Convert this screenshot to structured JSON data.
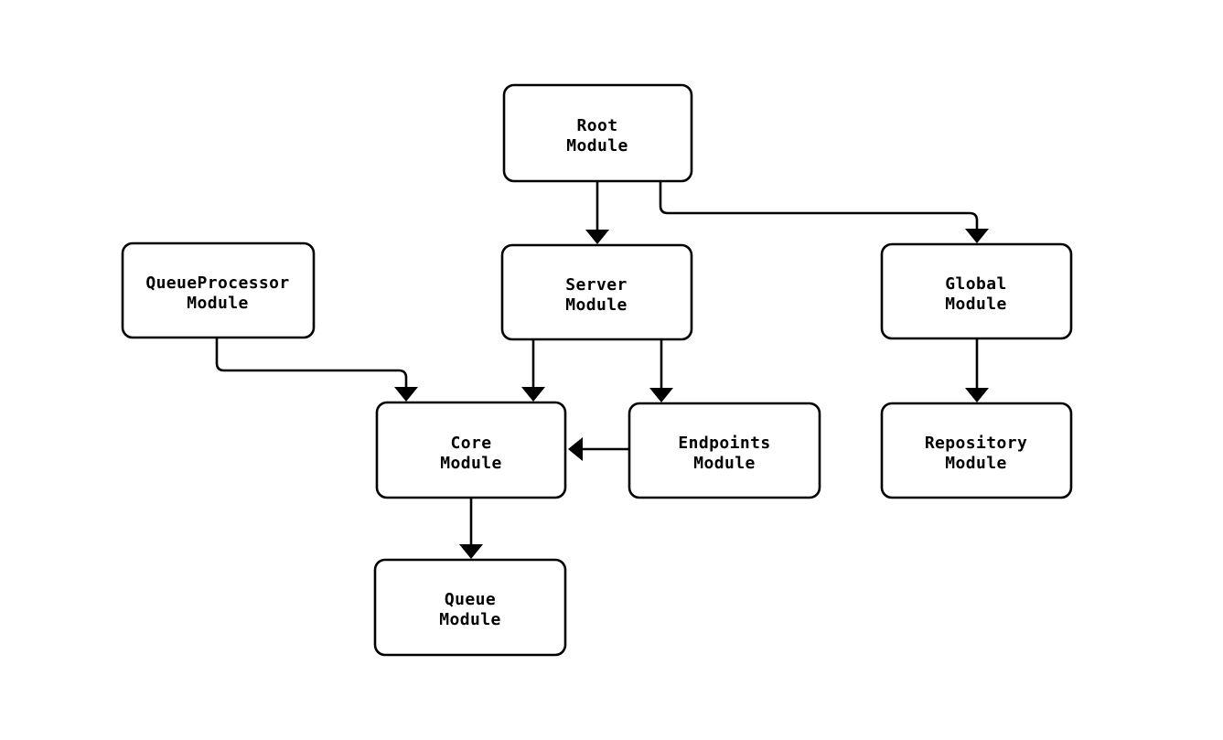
{
  "diagram": {
    "type": "flowchart",
    "colors": {
      "background": "#ffffff",
      "node_fill": "#ffffff",
      "node_stroke": "#000000",
      "edge_stroke": "#000000",
      "text": "#000000"
    },
    "nodes": {
      "root": {
        "line1": "Root",
        "line2": "Module"
      },
      "queueprocessor": {
        "line1": "QueueProcessor",
        "line2": "Module"
      },
      "server": {
        "line1": "Server",
        "line2": "Module"
      },
      "global": {
        "line1": "Global",
        "line2": "Module"
      },
      "core": {
        "line1": "Core",
        "line2": "Module"
      },
      "endpoints": {
        "line1": "Endpoints",
        "line2": "Module"
      },
      "repository": {
        "line1": "Repository",
        "line2": "Module"
      },
      "queue": {
        "line1": "Queue",
        "line2": "Module"
      }
    },
    "edges": [
      {
        "from": "Root Module",
        "to": "Server Module"
      },
      {
        "from": "Root Module",
        "to": "Global Module"
      },
      {
        "from": "Server Module",
        "to": "Core Module"
      },
      {
        "from": "Server Module",
        "to": "Endpoints Module"
      },
      {
        "from": "QueueProcessor Module",
        "to": "Core Module"
      },
      {
        "from": "Endpoints Module",
        "to": "Core Module"
      },
      {
        "from": "Global Module",
        "to": "Repository Module"
      },
      {
        "from": "Core Module",
        "to": "Queue Module"
      }
    ]
  }
}
